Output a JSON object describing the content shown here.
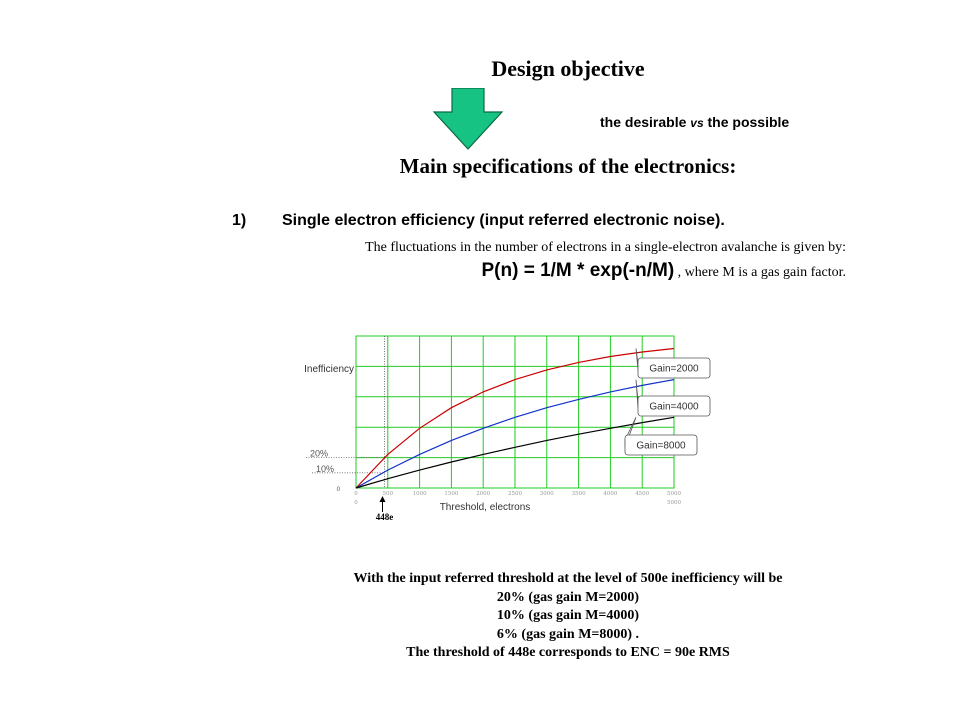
{
  "slide": {
    "heading": "Design objective",
    "tagline_pre": "the desirable ",
    "tagline_vs": "vs",
    "tagline_post": " the possible",
    "subheading": "Main specifications of the electronics:",
    "item_number": "1)",
    "item_title": "Single electron efficiency  (input referred  electronic noise).",
    "fluctuation_text": "The fluctuations in the number of electrons in  a single-electron avalanche is given by:",
    "formula": "P(n) = 1/M * exp(-n/M)",
    "formula_tail": " , where M is a gas gain factor.",
    "summary_lines": [
      "With the input referred threshold at the level of 500e inefficiency will be",
      "20% (gas gain M=2000)",
      "10% (gas gain M=4000)",
      "6% (gas gain M=8000) .",
      "The threshold of 448e corresponds to ENC = 90e RMS"
    ]
  },
  "colors": {
    "arrow_fill": "#17c382",
    "grid": "#22cc22",
    "gain_2000": "#cc0000",
    "gain_4000": "#1133cc",
    "gain_8000": "#000000"
  },
  "chart_data": {
    "type": "line",
    "ylabel": "Inefficiency",
    "xlabel": "Threshold, electrons",
    "x_ticks": [
      "0",
      "500",
      "1000",
      "1500",
      "2000",
      "2500",
      "3000",
      "3500",
      "4000",
      "4500",
      "5000"
    ],
    "x_tick_under_last": "5000",
    "x_tick_under_first": "0",
    "y_marks": [
      {
        "label": "20%",
        "value": 0.2
      },
      {
        "label": "10%",
        "value": 0.1
      },
      {
        "label": "0",
        "value": 0
      }
    ],
    "xlim": [
      0,
      5000
    ],
    "ylim": [
      0,
      1.0
    ],
    "grid": true,
    "series": [
      {
        "name": "Gain=2000",
        "gain": 2000,
        "colorKey": "gain_2000",
        "x": [
          0,
          500,
          1000,
          1500,
          2000,
          2500,
          3000,
          3500,
          4000,
          4500,
          5000
        ],
        "y": [
          0,
          0.221,
          0.393,
          0.528,
          0.632,
          0.713,
          0.777,
          0.826,
          0.865,
          0.895,
          0.918
        ]
      },
      {
        "name": "Gain=4000",
        "gain": 4000,
        "colorKey": "gain_4000",
        "x": [
          0,
          500,
          1000,
          1500,
          2000,
          2500,
          3000,
          3500,
          4000,
          4500,
          5000
        ],
        "y": [
          0,
          0.118,
          0.221,
          0.313,
          0.393,
          0.465,
          0.528,
          0.583,
          0.632,
          0.675,
          0.713
        ]
      },
      {
        "name": "Gain=8000",
        "gain": 8000,
        "colorKey": "gain_8000",
        "x": [
          0,
          500,
          1000,
          1500,
          2000,
          2500,
          3000,
          3500,
          4000,
          4500,
          5000
        ],
        "y": [
          0,
          0.061,
          0.118,
          0.171,
          0.221,
          0.268,
          0.313,
          0.354,
          0.393,
          0.43,
          0.465
        ]
      }
    ],
    "annotations": [
      {
        "label": "448e",
        "x": 448
      }
    ]
  }
}
